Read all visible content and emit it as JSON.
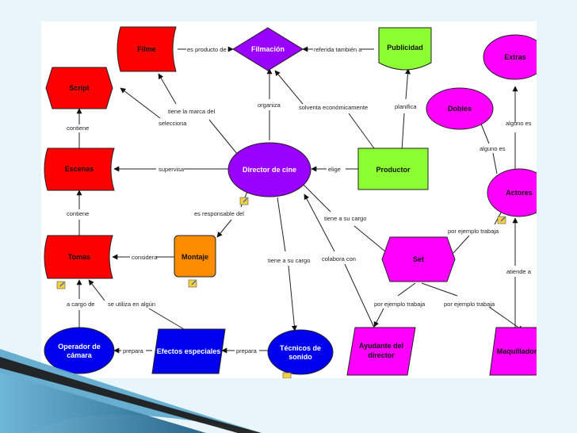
{
  "colors": {
    "background": "#e8f6fb",
    "red": "#ff0000",
    "purple": "#9900ff",
    "green": "#8cff33",
    "magenta": "#ff00ff",
    "orange": "#ff8c00",
    "blue": "#0000ee"
  },
  "nodes": {
    "filme": "Filme",
    "filmacion": "Filmación",
    "publicidad": "Publicidad",
    "script": "Script",
    "extras": "Extras",
    "dobles": "Dobles",
    "escenas": "Escenas",
    "director": "Director de cine",
    "productor": "Productor",
    "actores": "Actores",
    "tomas": "Tomas",
    "montaje": "Montaje",
    "set": "Set",
    "operador": [
      "Operador de",
      "cámara"
    ],
    "efectos": "Efectos especiales",
    "tecnicos": [
      "Técnicos de",
      "sonido"
    ],
    "ayudante": [
      "Ayudante del",
      "director"
    ],
    "maquillador": "Maquillador"
  },
  "links": {
    "es_producto_de": "es producto de",
    "referida_tambien_a": "referida también a",
    "tiene_la_marca_del": "tiene la marca del",
    "selecciona": "selecciona",
    "organiza": "organiza",
    "solventa": "solventa económicamente",
    "planifica": "planifica",
    "contiene_1": "contiene",
    "contiene_2": "contiene",
    "supervisa": "supervisa",
    "elige": "elige",
    "alguno_es_1": "alguno es",
    "alguno_es_2": "alguno es",
    "es_responsable_del": "es responsable del",
    "tiene_a_su_cargo_1": "tiene a su cargo",
    "tiene_a_su_cargo_2": "tiene a su cargo",
    "colabora_con": "colabora con",
    "considera": "considera",
    "por_ejemplo_trabaja_1": "por ejemplo trabaja",
    "por_ejemplo_trabaja_2": "por ejemplo trabaja",
    "por_ejemplo_trabaja_3": "por ejemplo trabaja",
    "atiende_a": "atiende a",
    "a_cargo_de": "a cargo de",
    "se_utiliza_en_algun": "se utiliza en algún",
    "prepara_1": "prepara",
    "prepara_2": "prepara"
  },
  "icons": [
    "attachment-icon"
  ]
}
